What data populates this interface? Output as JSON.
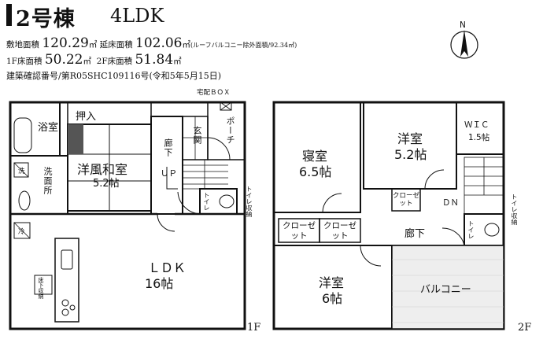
{
  "header": {
    "title": "2号棟",
    "subtitle": "4LDK"
  },
  "specs": {
    "site_area_label": "敷地面積",
    "site_area_value": "120.29",
    "site_area_unit": "㎡",
    "floor_area_label": "延床面積",
    "floor_area_value": "102.06",
    "floor_area_unit": "㎡",
    "floor_area_note": "(ルーフバルコニー除外面積/92.34㎡)",
    "f1_label": "1F床面積",
    "f1_value": "50.22",
    "f1_unit": "㎡",
    "f2_label": "2F床面積",
    "f2_value": "51.84",
    "f2_unit": "㎡",
    "permit": "建築確認番号/第R05SHC109116号(令和5年5月15日)"
  },
  "compass": {
    "north": "N"
  },
  "floor1": {
    "tag": "1F",
    "delivery_box": "宅配ＢＯＸ",
    "bath": "浴室",
    "closet": "押入",
    "washroom": "洗面所",
    "wash": "洗",
    "dry": "冷",
    "tatami_room": "洋風和室",
    "tatami_size": "5.2帖",
    "hallway": "廊下",
    "entrance": "玄関",
    "porch": "ポーチ",
    "up": "ＵＰ",
    "toilet": "トイレ",
    "storage": "トイレ収納",
    "ldk": "ＬＤＫ",
    "ldk_size": "16帖",
    "under_storage": "床下収納"
  },
  "floor2": {
    "tag": "2F",
    "bedroom": "寝室",
    "bedroom_size": "6.5帖",
    "western1": "洋室",
    "western1_size": "5.2帖",
    "wic": "ＷＩＣ",
    "wic_size": "1.5帖",
    "closet_small": "クローゼット",
    "closet_a": "クローゼット",
    "closet_b": "クローゼット",
    "dn": "ＤＮ",
    "hallway": "廊下",
    "toilet": "トイレ",
    "storage": "トイレ収納",
    "western2": "洋室",
    "western2_size": "6帖",
    "balcony": "バルコニー"
  }
}
